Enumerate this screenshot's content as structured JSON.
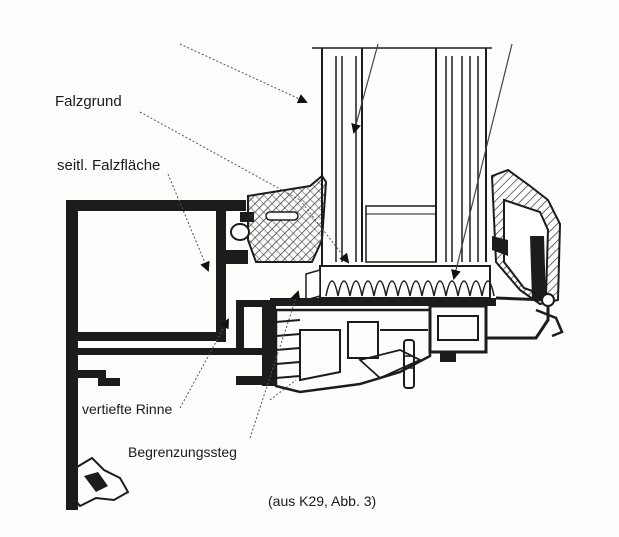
{
  "labels": {
    "falzgrund": "Falzgrund",
    "seitl_falzflaeche": "seitl. Falzfläche",
    "vertiefte_rinne": "vertiefte Rinne",
    "begrenzungssteg": "Begrenzungssteg"
  },
  "source_note": "(aus K29, Abb. 3)",
  "colors": {
    "profile": "#1c1c1c",
    "hatch": "#444444",
    "paper": "#fdfdfc"
  }
}
